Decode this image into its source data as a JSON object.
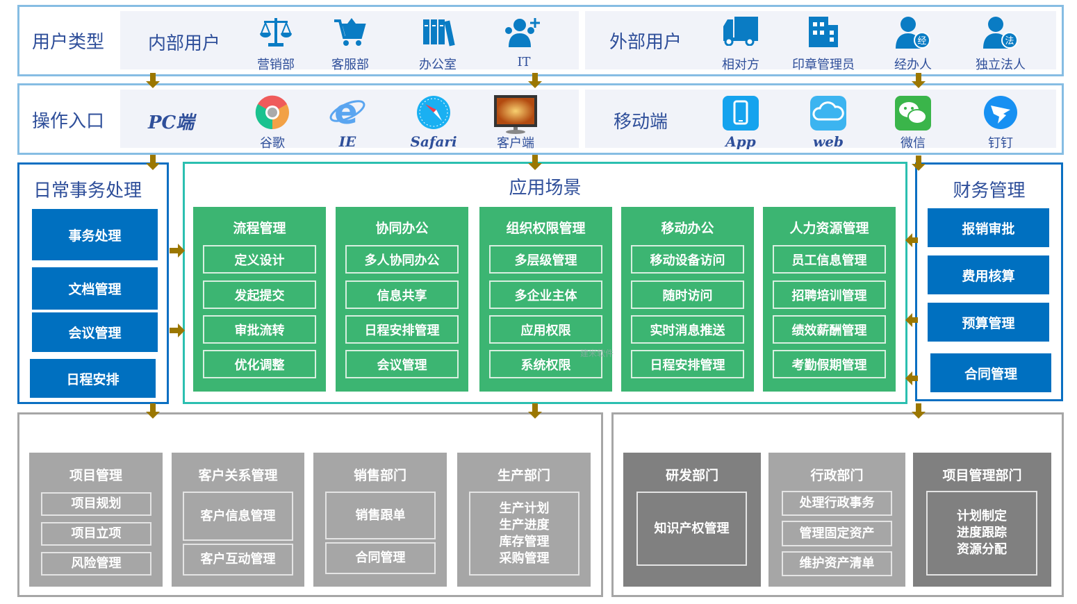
{
  "user_types": {
    "label": "用户类型",
    "internal": {
      "label": "内部用户",
      "items": [
        {
          "label": "营销部",
          "icon": "scale-icon"
        },
        {
          "label": "客服部",
          "icon": "cart-icon"
        },
        {
          "label": "办公室",
          "icon": "binders-icon"
        },
        {
          "label": "IT",
          "icon": "add-user-icon"
        }
      ]
    },
    "external": {
      "label": "外部用户",
      "items": [
        {
          "label": "相对方",
          "icon": "truck-icon"
        },
        {
          "label": "印章管理员",
          "icon": "building-icon"
        },
        {
          "label": "经办人",
          "icon": "agent-user-icon",
          "badge": "经"
        },
        {
          "label": "独立法人",
          "icon": "legal-user-icon",
          "badge": "法"
        }
      ]
    }
  },
  "entry": {
    "label": "操作入口",
    "pc": {
      "label": "PC端",
      "items": [
        {
          "label": "谷歌",
          "icon": "chrome-icon"
        },
        {
          "label": "IE",
          "icon": "ie-icon"
        },
        {
          "label": "Safari",
          "icon": "safari-icon"
        },
        {
          "label": "客户端",
          "icon": "monitor-icon"
        }
      ]
    },
    "mobile": {
      "label": "移动端",
      "items": [
        {
          "label": "App",
          "icon": "phone-icon"
        },
        {
          "label": "web",
          "icon": "cloud-icon"
        },
        {
          "label": "微信",
          "icon": "wechat-icon"
        },
        {
          "label": "钉钉",
          "icon": "dingtalk-icon"
        }
      ]
    }
  },
  "daily": {
    "title": "日常事务处理",
    "items": [
      "事务处理",
      "文档管理",
      "会议管理",
      "日程安排"
    ]
  },
  "scenes": {
    "title": "应用场景",
    "columns": [
      {
        "title": "流程管理",
        "items": [
          "定义设计",
          "发起提交",
          "审批流转",
          "优化调整"
        ]
      },
      {
        "title": "协同办公",
        "items": [
          "多人协同办公",
          "信息共享",
          "日程安排管理",
          "会议管理"
        ]
      },
      {
        "title": "组织权限管理",
        "items": [
          "多层级管理",
          "多企业主体",
          "应用权限",
          "系统权限"
        ]
      },
      {
        "title": "移动办公",
        "items": [
          "移动设备访问",
          "随时访问",
          "实时消息推送",
          "日程安排管理"
        ]
      },
      {
        "title": "人力资源管理",
        "items": [
          "员工信息管理",
          "招聘培训管理",
          "绩效薪酬管理",
          "考勤假期管理"
        ]
      }
    ]
  },
  "watermark": "建米软件",
  "finance": {
    "title": "财务管理",
    "items": [
      "报销审批",
      "费用核算",
      "预算管理",
      "合同管理"
    ]
  },
  "departments_left": [
    {
      "title": "项目管理",
      "items": [
        "项目规划",
        "项目立项",
        "风险管理"
      ]
    },
    {
      "title": "客户关系管理",
      "items": [
        "客户信息管理",
        "客户互动管理"
      ]
    },
    {
      "title": "销售部门",
      "items": [
        "销售跟单",
        "合同管理"
      ]
    },
    {
      "title": "生产部门",
      "items": [
        "生产计划\n生产进度\n库存管理\n采购管理"
      ]
    }
  ],
  "departments_right": [
    {
      "title": "研发部门",
      "items": [
        "知识产权管理"
      ]
    },
    {
      "title": "行政部门",
      "items": [
        "处理行政事务",
        "管理固定资产",
        "维护资产清单"
      ]
    },
    {
      "title": "项目管理部门",
      "items": [
        "计划制定\n进度跟踪\n资源分配"
      ]
    }
  ],
  "colors": {
    "blue": "#0070c0",
    "green": "#3cb572",
    "gray_light": "#a6a6a6",
    "gray_dark": "#808080",
    "arrow": "#9b7700"
  }
}
